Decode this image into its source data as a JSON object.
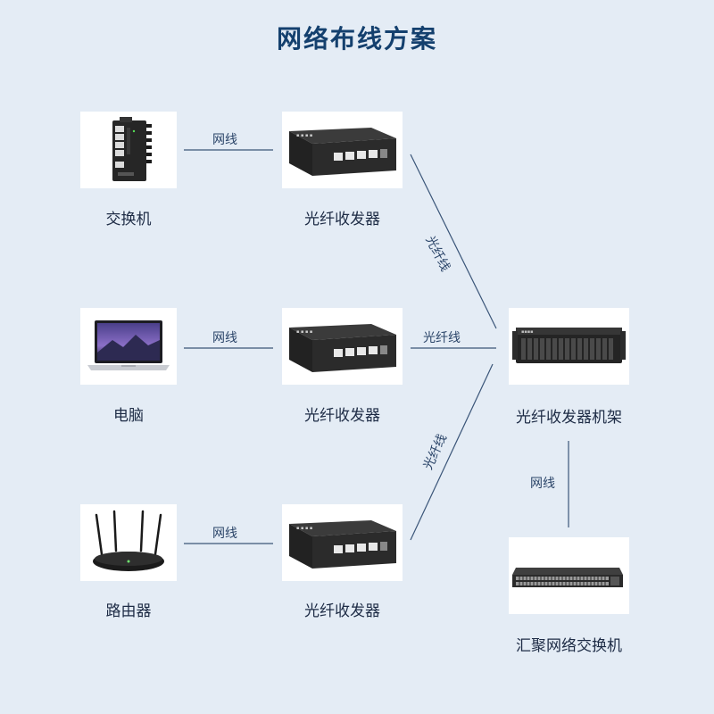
{
  "title": "网络布线方案",
  "devices": {
    "switch": "交换机",
    "pc": "电脑",
    "router": "路由器",
    "converter1": "光纤收发器",
    "converter2": "光纤收发器",
    "converter3": "光纤收发器",
    "rack": "光纤收发器机架",
    "core_switch": "汇聚网络交换机"
  },
  "links": {
    "switch_conv": "网线",
    "pc_conv": "网线",
    "router_conv": "网线",
    "conv1_rack": "光纤线",
    "conv2_rack": "光纤线",
    "conv3_rack": "光纤线",
    "rack_core": "网线"
  },
  "colors": {
    "background": "#e4ecf5",
    "title": "#14406e",
    "line": "#2a4468"
  }
}
